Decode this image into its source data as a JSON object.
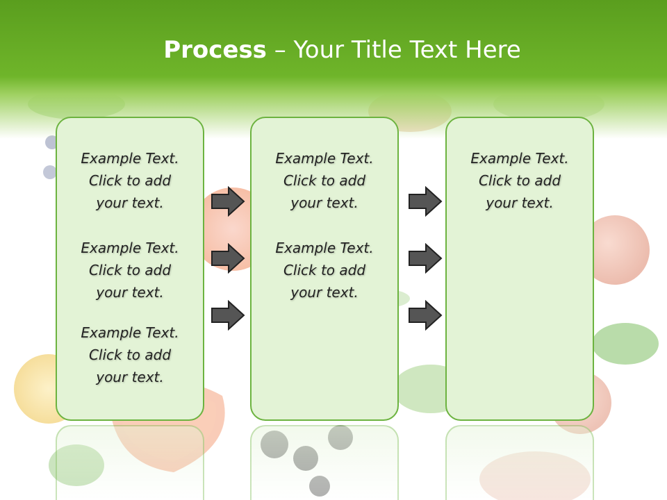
{
  "title": {
    "bold": "Process",
    "rest": " – Your Title Text Here"
  },
  "columns": [
    {
      "items": [
        {
          "l1": "Example Text.",
          "l2": "Click  to add",
          "l3": "your text."
        },
        {
          "l1": "Example Text.",
          "l2": "Click  to add",
          "l3": "your text."
        },
        {
          "l1": "Example Text.",
          "l2": "Click  to add",
          "l3": "your text."
        }
      ]
    },
    {
      "items": [
        {
          "l1": "Example Text.",
          "l2": "Click  to add",
          "l3": "your text."
        },
        {
          "l1": "Example Text.",
          "l2": "Click  to add",
          "l3": "your text."
        }
      ]
    },
    {
      "items": [
        {
          "l1": "Example Text.",
          "l2": "Click  to add",
          "l3": "your text."
        }
      ]
    }
  ],
  "colors": {
    "header": "#6fb52a",
    "box_fill": "#e3f3d6",
    "box_border": "#6cb33f",
    "arrow": "#555555"
  },
  "arrow_icon": "right-arrow-icon"
}
